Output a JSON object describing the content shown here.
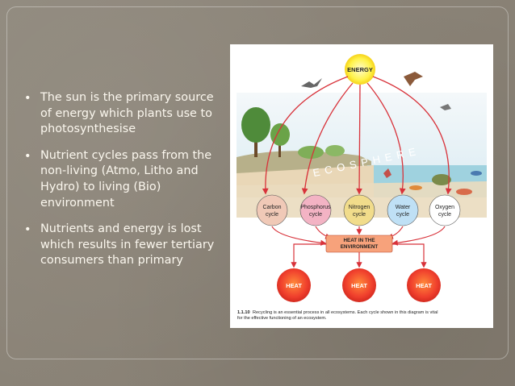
{
  "bullets": [
    "The sun is the primary source of energy which plants use to photosynthesise",
    "Nutrient cycles pass from the non-living (Atmo, Litho and Hydro) to living (Bio) environment",
    "Nutrients and energy is lost which results in fewer tertiary consumers than primary"
  ],
  "figure": {
    "energy_label": "ENERGY",
    "ecosphere_label": "ECOSPHERE",
    "cycles": [
      {
        "line1": "Carbon",
        "line2": "cycle",
        "color": "#f0c9b7"
      },
      {
        "line1": "Phosphorus",
        "line2": "cycle",
        "color": "#f3b3c4"
      },
      {
        "line1": "Nitrogen",
        "line2": "cycle",
        "color": "#f1dc8b"
      },
      {
        "line1": "Water",
        "line2": "cycle",
        "color": "#bfe0f5"
      },
      {
        "line1": "Oxygen",
        "line2": "cycle",
        "color": "#ffffff"
      }
    ],
    "heat_env_line1": "HEAT IN THE",
    "heat_env_line2": "ENVIRONMENT",
    "heat_label": "HEAT",
    "caption_number": "1.1.10",
    "caption_line1": "Recycling is an essential process in all ecosystems. Each cycle shown in this diagram is vital",
    "caption_line2": "for the effective functioning of an ecosystem.",
    "colors": {
      "arrow": "#d8323a",
      "energy_fill": "#fff34a",
      "heat_fill": "#f0402d",
      "heat_env_fill": "#f7a27b",
      "ground": "#e9d7b7",
      "sky": "#e6f1f6",
      "water": "#9fd2df"
    }
  }
}
